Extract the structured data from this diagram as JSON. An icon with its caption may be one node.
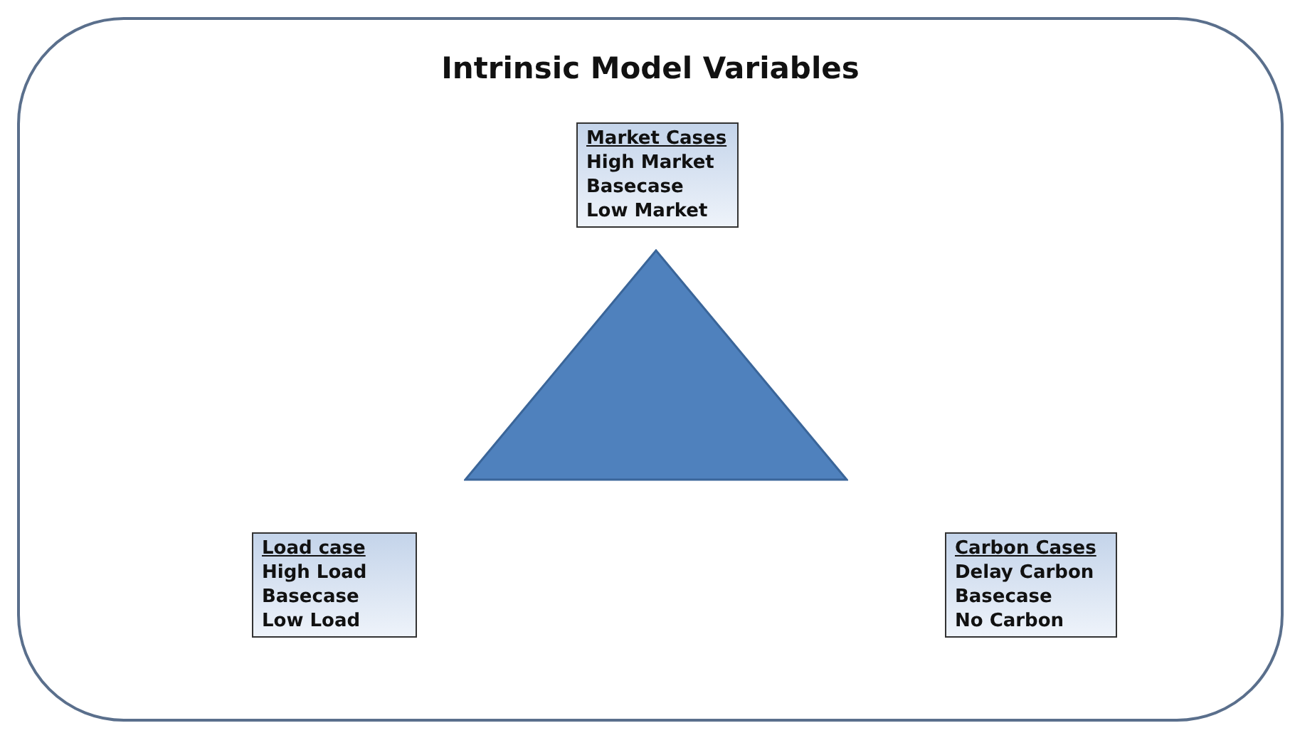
{
  "diagram": {
    "nodes": [
      {
        "text": [
          "Intrinsic Model Variables"
        ]
      },
      {
        "text": [
          "Market Cases",
          "High Market",
          "Basecase",
          "Low Market"
        ],
        "in": 0
      },
      {
        "text": [],
        "shape": "triangle",
        "in": 0
      },
      {
        "text": [
          "Load case",
          "High Load",
          "Basecase",
          "Low Load"
        ],
        "in": 0
      },
      {
        "text": [
          "Carbon Cases",
          "Delay Carbon",
          "Basecase",
          "No Carbon"
        ],
        "in": 0
      }
    ]
  }
}
